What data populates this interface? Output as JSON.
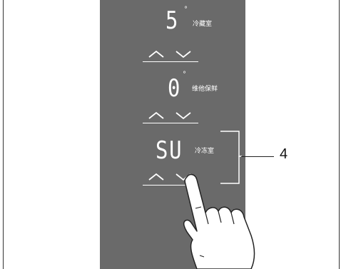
{
  "zones": [
    {
      "temp": "5",
      "degree": "°",
      "label": "冷藏室"
    },
    {
      "temp": "0",
      "degree": "°",
      "label": "维他保鲜"
    },
    {
      "temp": "SU",
      "degree": "",
      "label": "冷冻室"
    }
  ],
  "callout": {
    "number": "4"
  },
  "icons": {
    "up": "chevron-up-icon",
    "down": "chevron-down-icon",
    "hand": "pointing-hand-icon"
  },
  "colors": {
    "panel": "#6a6a6a",
    "text": "#ffffff"
  }
}
